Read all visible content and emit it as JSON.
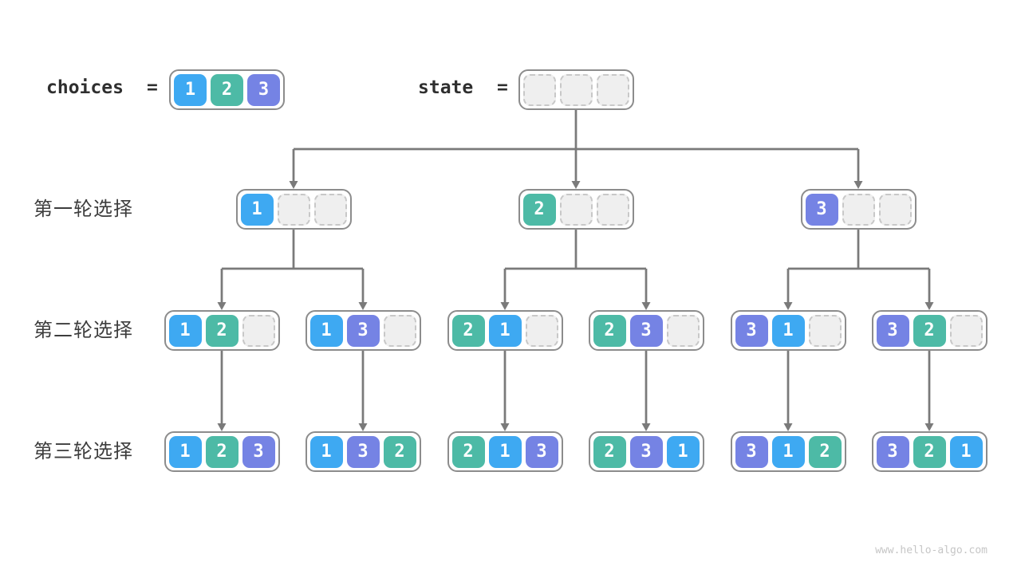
{
  "header": {
    "choices_label": "choices",
    "equals": "=",
    "choices": [
      "1",
      "2",
      "3"
    ],
    "state_label": "state",
    "state": [
      null,
      null,
      null
    ]
  },
  "rows": [
    {
      "label": "第一轮选择",
      "nodes": [
        [
          "1",
          null,
          null
        ],
        [
          "2",
          null,
          null
        ],
        [
          "3",
          null,
          null
        ]
      ]
    },
    {
      "label": "第二轮选择",
      "nodes": [
        [
          "1",
          "2",
          null
        ],
        [
          "1",
          "3",
          null
        ],
        [
          "2",
          "1",
          null
        ],
        [
          "2",
          "3",
          null
        ],
        [
          "3",
          "1",
          null
        ],
        [
          "3",
          "2",
          null
        ]
      ]
    },
    {
      "label": "第三轮选择",
      "nodes": [
        [
          "1",
          "2",
          "3"
        ],
        [
          "1",
          "3",
          "2"
        ],
        [
          "2",
          "1",
          "3"
        ],
        [
          "2",
          "3",
          "1"
        ],
        [
          "3",
          "1",
          "2"
        ],
        [
          "3",
          "2",
          "1"
        ]
      ]
    }
  ],
  "colors": {
    "1": "#3ea9f2",
    "2": "#4dbaa6",
    "3": "#7583e4",
    "empty_fill": "#efefef",
    "empty_border": "#c8c8c8",
    "container_border": "#8c8c8c",
    "arrow": "#7a7a7a",
    "text": "#2f2f2f"
  },
  "watermark": "www.hello-algo.com"
}
